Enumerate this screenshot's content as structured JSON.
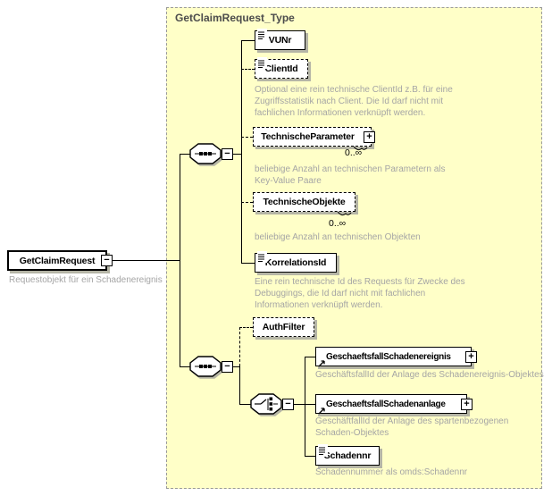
{
  "type_title": "GetClaimRequest_Type",
  "root_element": {
    "label": "GetClaimRequest",
    "description": "Requestobjekt für ein Schadenereignis"
  },
  "elements": {
    "vunr": {
      "label": "VUNr"
    },
    "clientid": {
      "label": "ClientId",
      "description": "Optional eine rein technische ClientId z.B. für eine\nZugriffsstatistik nach Client. Die Id darf nicht mit\nfachlichen Informationen verknüpft werden."
    },
    "technische_parameter": {
      "label": "TechnischeParameter",
      "occurrence": "0..∞",
      "description": "beliebige Anzahl an technischen Parametern als\nKey-Value Paare"
    },
    "technische_objekte": {
      "label": "TechnischeObjekte",
      "occurrence": "0..∞",
      "description": "beliebige Anzahl an technischen Objekten"
    },
    "korrelationsid": {
      "label": "KorrelationsId",
      "description": "Eine rein technische Id des Requests für Zwecke des\nDebuggings, die Id darf nicht mit fachlichen\nInformationen verknüpft werden."
    },
    "authfilter": {
      "label": "AuthFilter"
    },
    "geschaeftsfall_schadenereignis": {
      "label": "GeschaeftsfallSchadenereignis",
      "description": "GeschäftsfallId der Anlage des Schadenereignis-Objektes"
    },
    "geschaeftsfall_schadenanlage": {
      "label": "GeschaeftsfallSchadenanlage",
      "description": "GeschäftfallId der Anlage des spartenbezogenen\nSchaden-Objektes"
    },
    "schadennr": {
      "label": "Schadennr",
      "description": "Schadennummer als omds:Schadennr"
    }
  },
  "toggles": {
    "collapse": "−",
    "expand": "+"
  },
  "colors": {
    "container_fill": "#ffffc8",
    "container_border": "#9a9a9a",
    "box_shadow": "#b5b5a6",
    "annotation_text": "#a5a5a5",
    "title_text": "#4c4c4c",
    "line": "#000000"
  }
}
